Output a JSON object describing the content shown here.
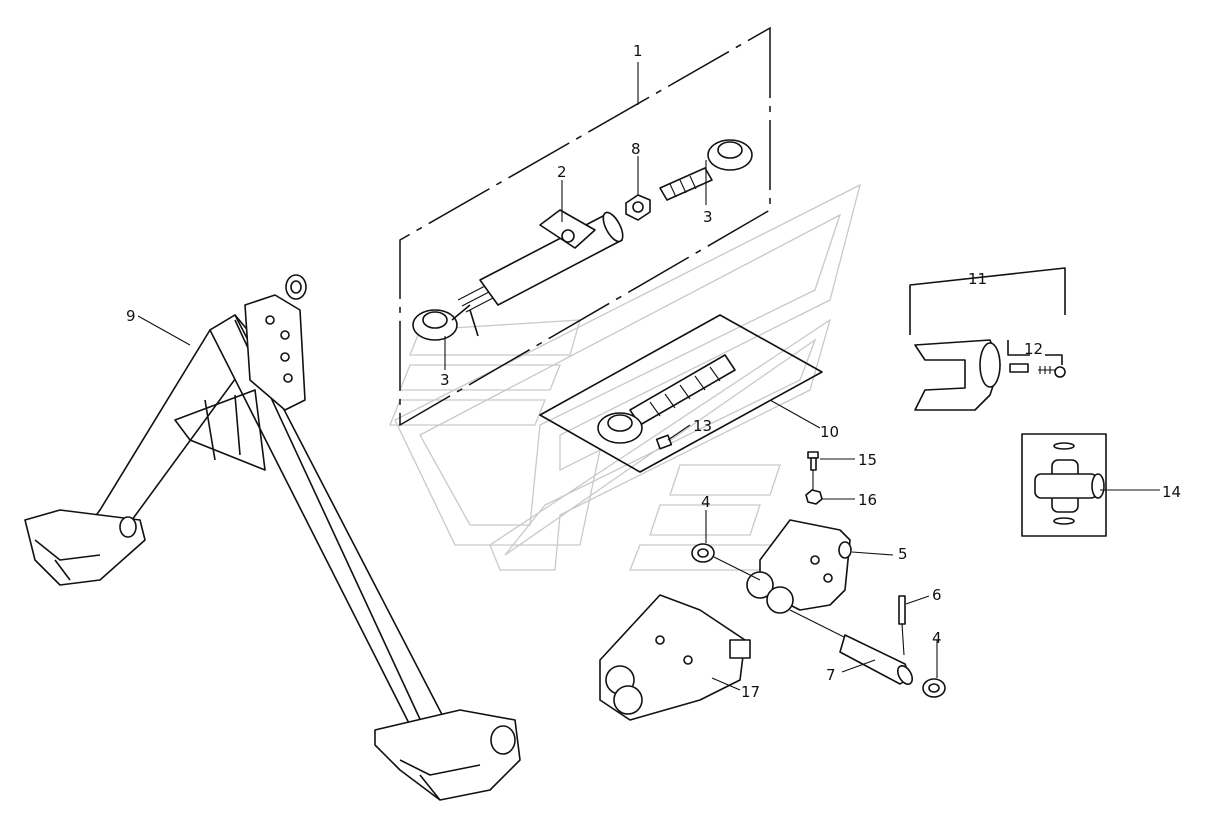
{
  "diagram": {
    "callouts": {
      "c1": "1",
      "c2": "2",
      "c3a": "3",
      "c3b": "3",
      "c4a": "4",
      "c4b": "4",
      "c5": "5",
      "c6": "6",
      "c7": "7",
      "c8": "8",
      "c9": "9",
      "c10": "10",
      "c11": "11",
      "c12": "12",
      "c13": "13",
      "c14": "14",
      "c15": "15",
      "c16": "16",
      "c17": "17"
    }
  }
}
